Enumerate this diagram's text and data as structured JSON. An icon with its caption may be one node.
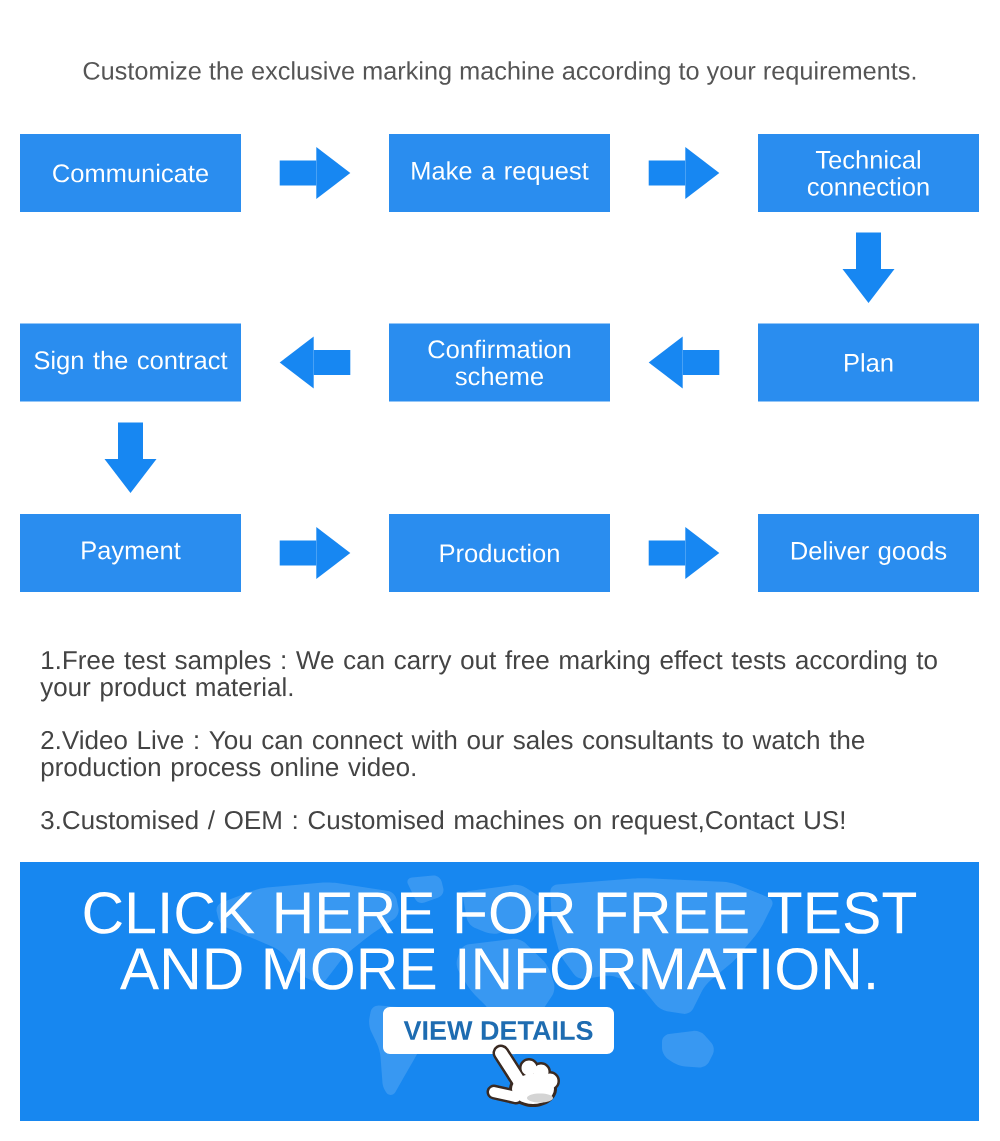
{
  "diagram": {
    "title": "Customize the exclusive marking machine according to your requirements.",
    "nodes": [
      {
        "text": [
          "Communicate"
        ]
      },
      {
        "text": [
          "Make a request"
        ]
      },
      {
        "text": [
          "Technical connection"
        ]
      },
      {
        "text": [
          "Sign the contract"
        ]
      },
      {
        "text": [
          "Confirmation scheme"
        ]
      },
      {
        "text": [
          "Plan"
        ]
      },
      {
        "text": [
          "Payment"
        ]
      },
      {
        "text": [
          "Production"
        ]
      },
      {
        "text": [
          "Deliver goods"
        ]
      },
      {
        "text": [
          "CLICK HERE FOR FREE TEST AND MORE INFORMATION."
        ]
      },
      {
        "text": [
          "VIEW DETAILS"
        ],
        "in": 9
      }
    ],
    "edges": [
      {
        "from": 0,
        "to": 1,
        "arrow": "to"
      },
      {
        "from": 1,
        "to": 2,
        "arrow": "to"
      },
      {
        "from": 2,
        "to": 5,
        "arrow": "to"
      },
      {
        "from": 5,
        "to": 4,
        "arrow": "to"
      },
      {
        "from": 4,
        "to": 3,
        "arrow": "to"
      },
      {
        "from": 3,
        "to": 6,
        "arrow": "to"
      },
      {
        "from": 6,
        "to": 7,
        "arrow": "to"
      },
      {
        "from": 7,
        "to": 8,
        "arrow": "to"
      }
    ],
    "labels": [
      "1.Free test samples : We can carry out free marking effect tests according to your product material.",
      "2.Video Live : You can connect with our sales consultants to watch the production process online video.",
      "3.Customised / OEM : Customised machines on request,Contact US!"
    ]
  }
}
